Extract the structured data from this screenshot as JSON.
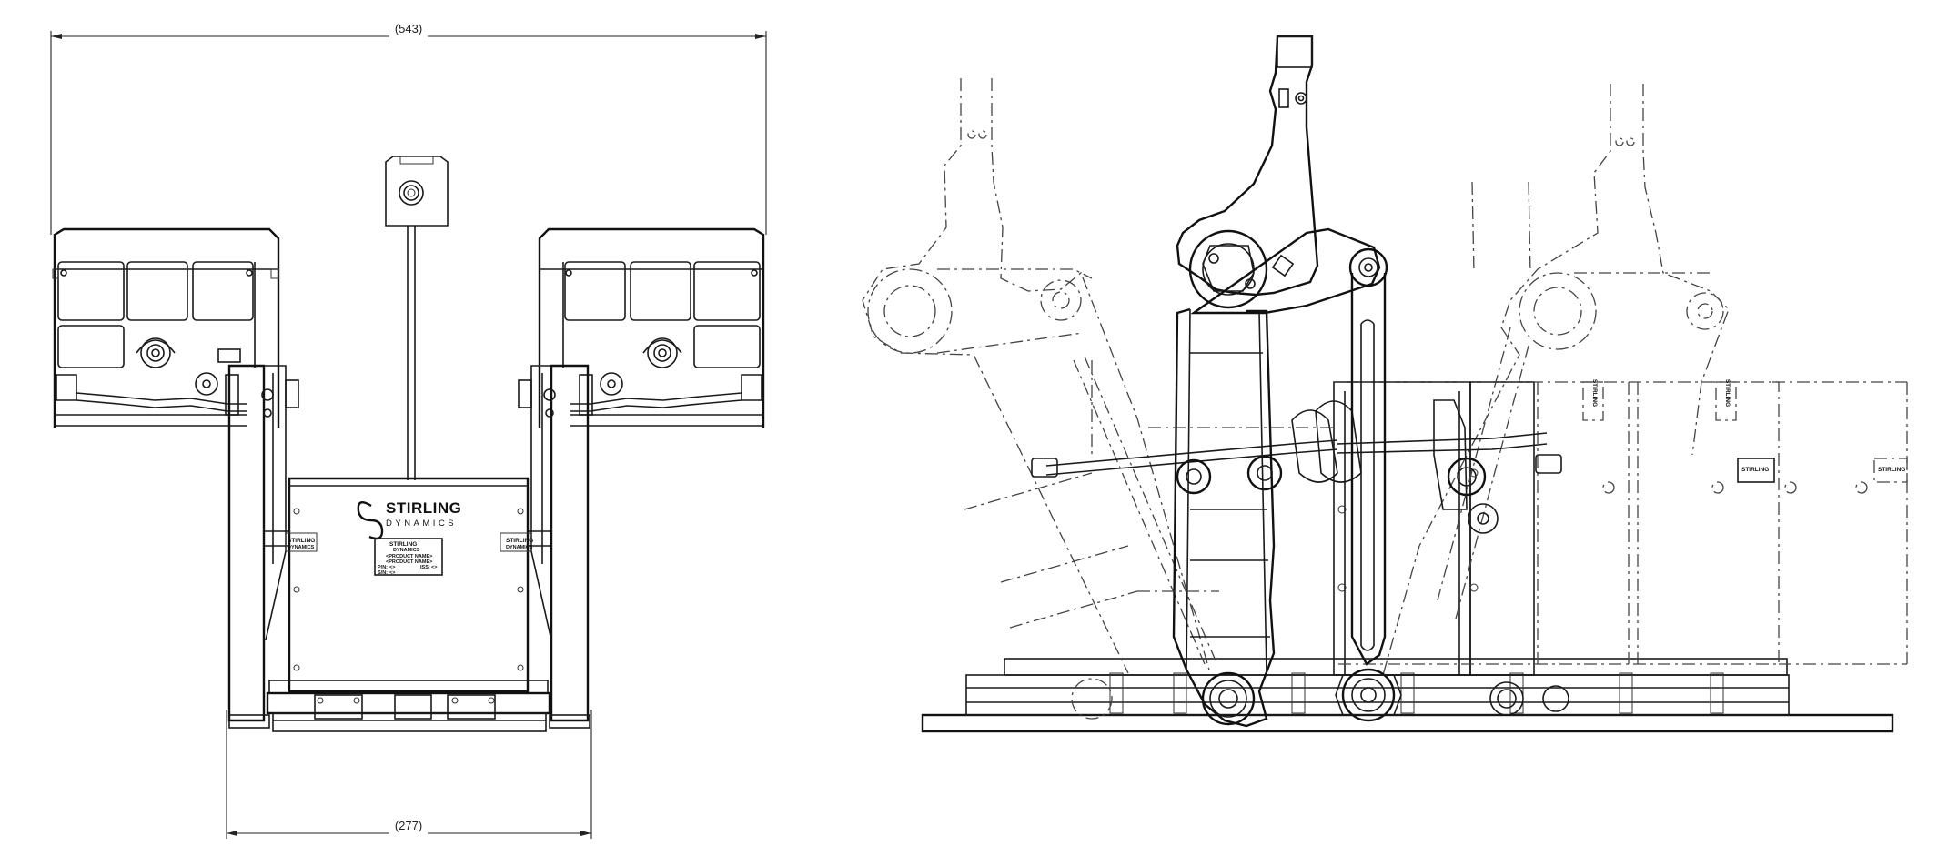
{
  "dimensions": {
    "top_width": "(543)",
    "bottom_width": "(277)"
  },
  "front_view": {
    "brand_line1": "STIRLING",
    "brand_line2": "DYNAMICS",
    "nameplate": {
      "brand_line1": "STIRLING",
      "brand_line2": "DYNAMICS",
      "product_name_1": "<PRODUCT NAME>",
      "product_name_2": "<PRODUCT NAME>",
      "pn_label": "P/N:",
      "pn_value": "<>",
      "iss_label": "ISS:",
      "iss_value": "<>",
      "sn_label": "S/N:",
      "sn_value": "<>"
    },
    "left_label_line1": "STIRLING",
    "left_label_line2": "DYNAMICS",
    "right_label_line1": "STIRLING",
    "right_label_line2": "DYNAMICS"
  },
  "side_view": {
    "label_a": "STIRLING",
    "label_b": "STIRLING",
    "label_c": "STIRLING",
    "label_d": "STIRLING"
  }
}
